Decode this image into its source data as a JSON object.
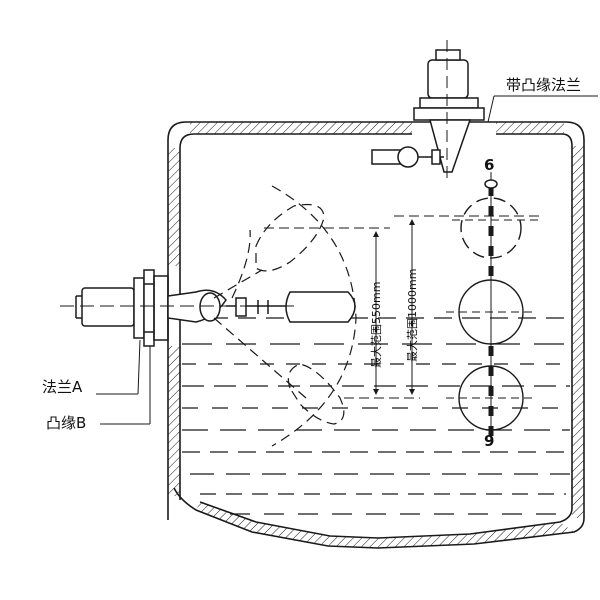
{
  "labels": {
    "top_flange": "带凸缘法兰",
    "flange_a": "法兰A",
    "boss_b": "凸缘B",
    "range_small": "最大范围550mm",
    "range_large": "最大范围1000mm",
    "marker_top": "6",
    "marker_bottom": "9"
  },
  "colors": {
    "line": "#1a1a1a",
    "background": "#ffffff"
  }
}
